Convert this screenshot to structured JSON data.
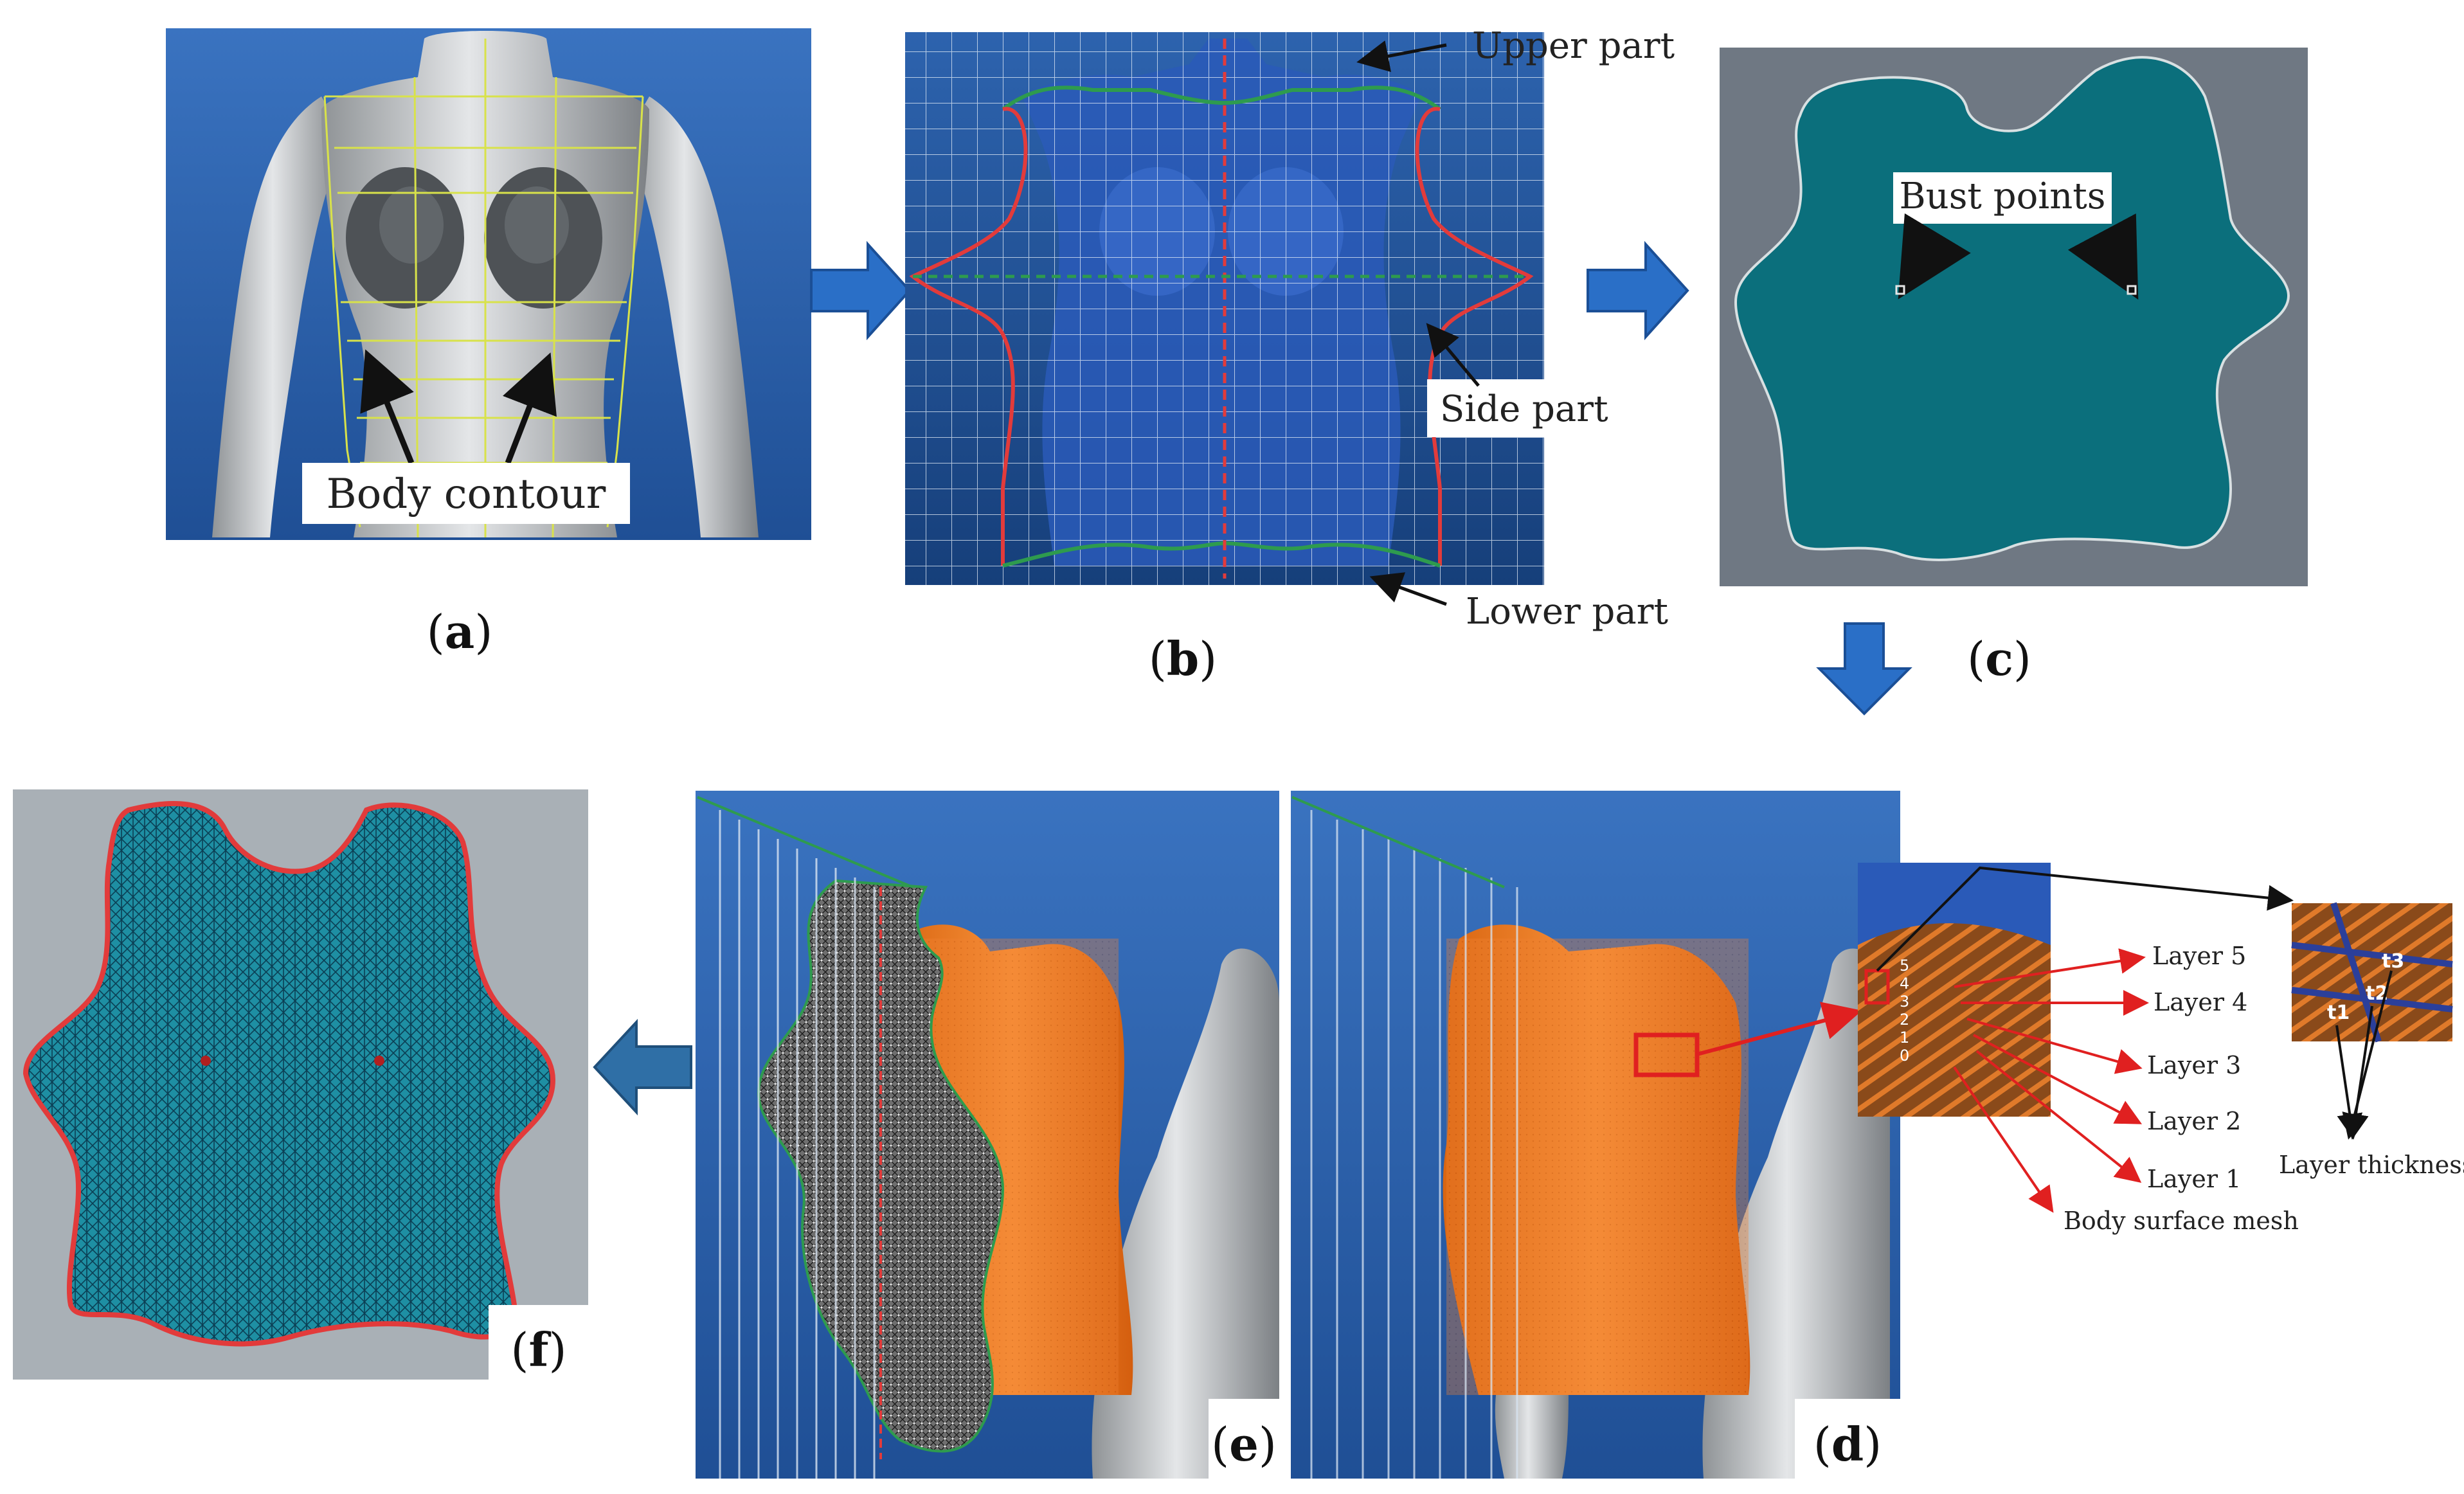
{
  "panels": {
    "a": {
      "caption_open": "(",
      "caption_letter": "a",
      "caption_close": ")",
      "label_body_contour": "Body contour"
    },
    "b": {
      "caption_open": "(",
      "caption_letter": "b",
      "caption_close": ")",
      "label_upper": "Upper part",
      "label_side": "Side part",
      "label_lower": "Lower part"
    },
    "c": {
      "caption_open": "(",
      "caption_letter": "c",
      "caption_close": ")",
      "label_bust": "Bust points"
    },
    "d": {
      "caption_open": "(",
      "caption_letter": "d",
      "caption_close": ")",
      "layers": [
        "Layer 5",
        "Layer 4",
        "Layer 3",
        "Layer 2",
        "Layer 1"
      ],
      "label_body_mesh": "Body surface mesh",
      "label_thickness": "Layer thickness",
      "inset_numbers": [
        "5",
        "4",
        "3",
        "2",
        "1",
        "0"
      ],
      "thickness_marks": [
        "t3",
        "t2",
        "t1"
      ]
    },
    "e": {
      "caption_open": "(",
      "caption_letter": "e",
      "caption_close": ")"
    },
    "f": {
      "caption_open": "(",
      "caption_letter": "f",
      "caption_close": ")"
    }
  },
  "colors": {
    "viewport_blue": "#2f66b4",
    "flow_arrow": "#2a6fc7",
    "pattern_teal": "#0b6f7c",
    "garment_orange": "#f07a22",
    "contour_red": "#e23b3b",
    "contour_green": "#2e9b4e"
  }
}
